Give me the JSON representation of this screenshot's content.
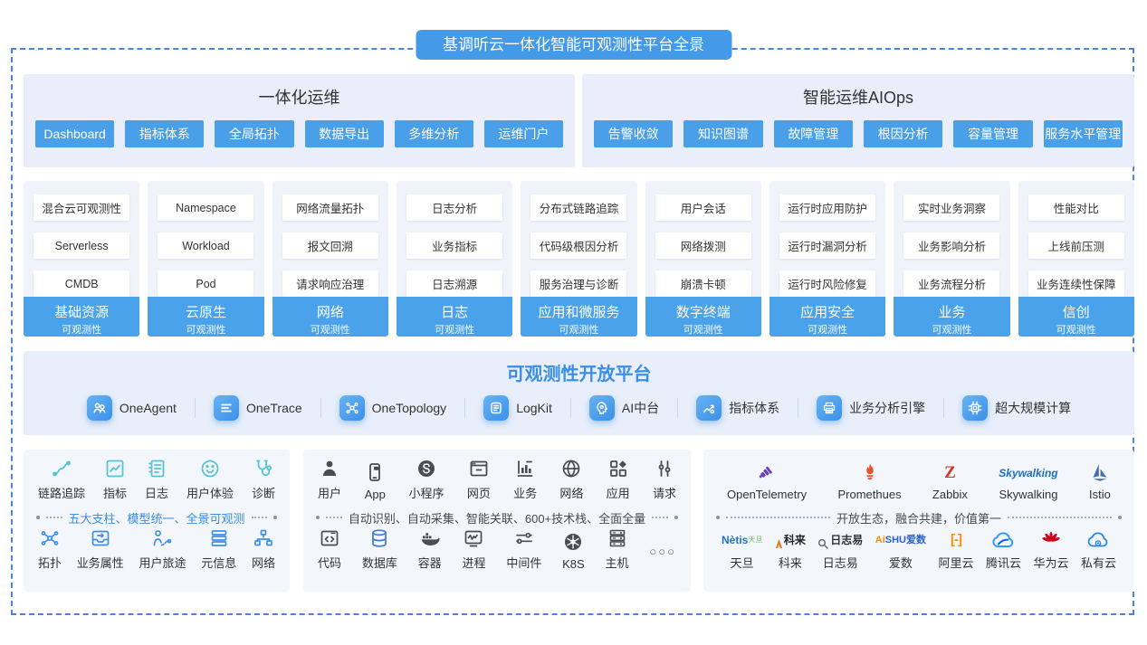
{
  "banner": {
    "title": "基调听云一体化智能可观测性平台全景"
  },
  "sections": {
    "ops": {
      "title": "一体化运维",
      "buttons": [
        "Dashboard",
        "指标体系",
        "全局拓扑",
        "数据导出",
        "多维分析",
        "运维门户"
      ]
    },
    "aiops": {
      "title": "智能运维AIOps",
      "buttons": [
        "告警收敛",
        "知识图谱",
        "故障管理",
        "根因分析",
        "容量管理",
        "服务水平管理"
      ]
    }
  },
  "columns": [
    {
      "items": [
        "混合云可观测性",
        "Serverless",
        "CMDB"
      ],
      "footer": "基础资源",
      "footer_sub": "可观测性"
    },
    {
      "items": [
        "Namespace",
        "Workload",
        "Pod"
      ],
      "footer": "云原生",
      "footer_sub": "可观测性"
    },
    {
      "items": [
        "网络流量拓扑",
        "报文回溯",
        "请求响应治理"
      ],
      "footer": "网络",
      "footer_sub": "可观测性"
    },
    {
      "items": [
        "日志分析",
        "业务指标",
        "日志溯源"
      ],
      "footer": "日志",
      "footer_sub": "可观测性"
    },
    {
      "items": [
        "分布式链路追踪",
        "代码级根因分析",
        "服务治理与诊断"
      ],
      "footer": "应用和微服务",
      "footer_sub": "可观测性"
    },
    {
      "items": [
        "用户会话",
        "网络拨测",
        "崩溃卡顿"
      ],
      "footer": "数字终端",
      "footer_sub": "可观测性"
    },
    {
      "items": [
        "运行时应用防护",
        "运行时漏洞分析",
        "运行时风险修复"
      ],
      "footer": "应用安全",
      "footer_sub": "可观测性"
    },
    {
      "items": [
        "实时业务洞察",
        "业务影响分析",
        "业务流程分析"
      ],
      "footer": "业务",
      "footer_sub": "可观测性"
    },
    {
      "items": [
        "性能对比",
        "上线前压测",
        "业务连续性保障"
      ],
      "footer": "信创",
      "footer_sub": "可观测性"
    }
  ],
  "platform": {
    "title": "可观测性开放平台",
    "items": [
      {
        "icon": "oneagent-icon",
        "label": "OneAgent"
      },
      {
        "icon": "onetrace-icon",
        "label": "OneTrace"
      },
      {
        "icon": "onetopology-icon",
        "label": "OneTopology"
      },
      {
        "icon": "logkit-icon",
        "label": "LogKit"
      },
      {
        "icon": "ai-platform-icon",
        "label": "AI中台"
      },
      {
        "icon": "metric-system-icon",
        "label": "指标体系"
      },
      {
        "icon": "business-analysis-icon",
        "label": "业务分析引擎"
      },
      {
        "icon": "large-scale-computing-icon",
        "label": "超大规模计算"
      }
    ]
  },
  "panels": {
    "pillars": {
      "row1": [
        {
          "icon": "trace-icon",
          "label": "链路追踪"
        },
        {
          "icon": "metrics-icon",
          "label": "指标"
        },
        {
          "icon": "logs-icon",
          "label": "日志"
        },
        {
          "icon": "user-experience-icon",
          "label": "用户体验"
        },
        {
          "icon": "diagnosis-icon",
          "label": "诊断"
        }
      ],
      "divider": "五大支柱、模型统一、全景可观测",
      "row2": [
        {
          "icon": "topology-icon",
          "label": "拓扑"
        },
        {
          "icon": "biz-attribute-icon",
          "label": "业务属性"
        },
        {
          "icon": "user-journey-icon",
          "label": "用户旅途"
        },
        {
          "icon": "meta-info-icon",
          "label": "元信息"
        },
        {
          "icon": "network-tree-icon",
          "label": "网络"
        }
      ]
    },
    "stack": {
      "row1": [
        {
          "icon": "user-icon",
          "label": "用户"
        },
        {
          "icon": "app-icon",
          "label": "App"
        },
        {
          "icon": "miniprogram-icon",
          "label": "小程序"
        },
        {
          "icon": "webpage-icon",
          "label": "网页"
        },
        {
          "icon": "business-icon",
          "label": "业务"
        },
        {
          "icon": "globe-icon",
          "label": "网络"
        },
        {
          "icon": "application-icon",
          "label": "应用"
        },
        {
          "icon": "request-icon",
          "label": "请求"
        }
      ],
      "divider": "自动识别、自动采集、智能关联、600+技术栈、全面全量",
      "row2": [
        {
          "icon": "code-icon",
          "label": "代码"
        },
        {
          "icon": "database-icon",
          "label": "数据库"
        },
        {
          "icon": "container-icon",
          "label": "容器"
        },
        {
          "icon": "process-icon",
          "label": "进程"
        },
        {
          "icon": "middleware-icon",
          "label": "中间件"
        },
        {
          "icon": "k8s-icon",
          "label": "K8S"
        },
        {
          "icon": "host-icon",
          "label": "主机"
        }
      ],
      "more": "○○○"
    },
    "eco": {
      "row1": [
        {
          "icon": "opentelemetry-logo",
          "label": "OpenTelemetry"
        },
        {
          "icon": "prometheus-logo",
          "label": "Promethues"
        },
        {
          "icon": "zabbix-logo",
          "label": "Zabbix",
          "logo_text": "Z"
        },
        {
          "icon": "skywalking-logo",
          "label": "Skywalking",
          "logo_text": "Skywalking"
        },
        {
          "icon": "istio-logo",
          "label": "Istio"
        }
      ],
      "divider": "开放生态，融合共建，价值第一",
      "row2": [
        {
          "icon": "netis-logo",
          "label": "天旦",
          "logo_text": "Nètis",
          "logo_sub": "天旦"
        },
        {
          "icon": "kelai-logo",
          "label": "科来",
          "logo_text": "科来"
        },
        {
          "icon": "rizhiyi-logo",
          "label": "日志易",
          "logo_text": "日志易"
        },
        {
          "icon": "aishu-logo",
          "label": "爱数",
          "logo_text_a": "Ai",
          "logo_text_b": "SHU爱数"
        },
        {
          "icon": "aliyun-logo",
          "label": "阿里云",
          "logo_text": "[-]"
        },
        {
          "icon": "tencent-cloud-logo",
          "label": "腾讯云"
        },
        {
          "icon": "huawei-cloud-logo",
          "label": "华为云"
        },
        {
          "icon": "private-cloud-logo",
          "label": "私有云"
        }
      ]
    }
  },
  "colors": {
    "primary_blue": "#49a0e9",
    "banner_blue": "#459ae8",
    "footer_blue": "#4aa2ea",
    "section_bg": "#e9eefa",
    "panel_bg": "#f3f6fa",
    "platform_title_blue": "#3a8ee6",
    "dashed_border": "#4c82e0",
    "teal_icon": "#57c3d6",
    "blue_icon": "#3e90e8",
    "dark_icon": "#474e56"
  }
}
